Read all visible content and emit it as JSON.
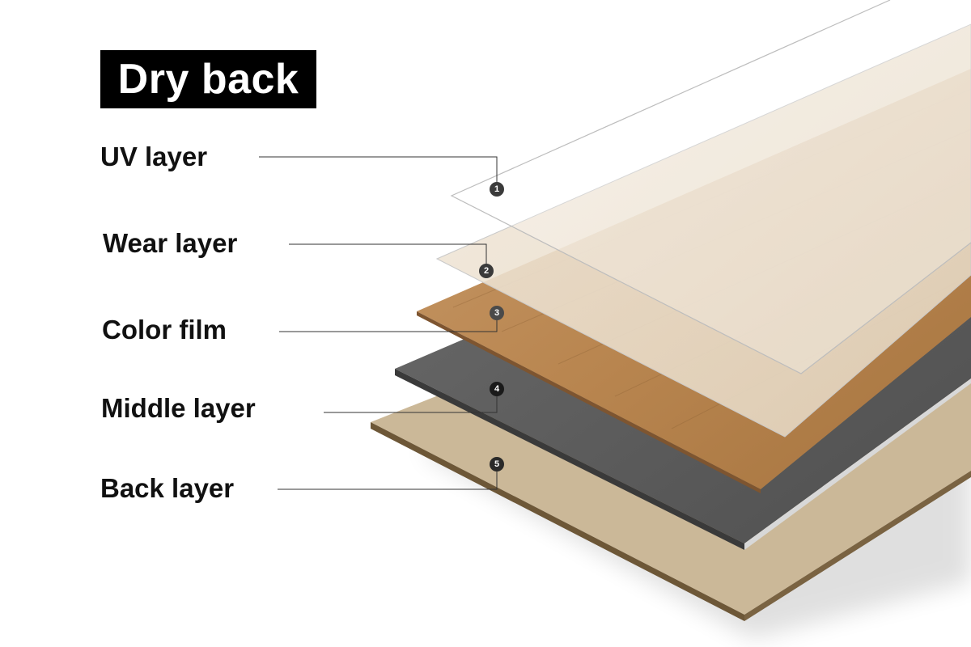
{
  "title": "Dry back",
  "layers": [
    {
      "number": "1",
      "label": "UV layer",
      "color": "#f3f3f3"
    },
    {
      "number": "2",
      "label": "Wear layer",
      "color": "#e9dbc6"
    },
    {
      "number": "3",
      "label": "Color film",
      "color": "#b8865a"
    },
    {
      "number": "4",
      "label": "Middle layer",
      "color": "#5f5f5f"
    },
    {
      "number": "5",
      "label": "Back layer",
      "color": "#c9b697"
    }
  ],
  "colors": {
    "title_bg": "#000000",
    "title_text": "#ffffff",
    "leader_line": "#333333",
    "marker": "#3a3a3a"
  }
}
